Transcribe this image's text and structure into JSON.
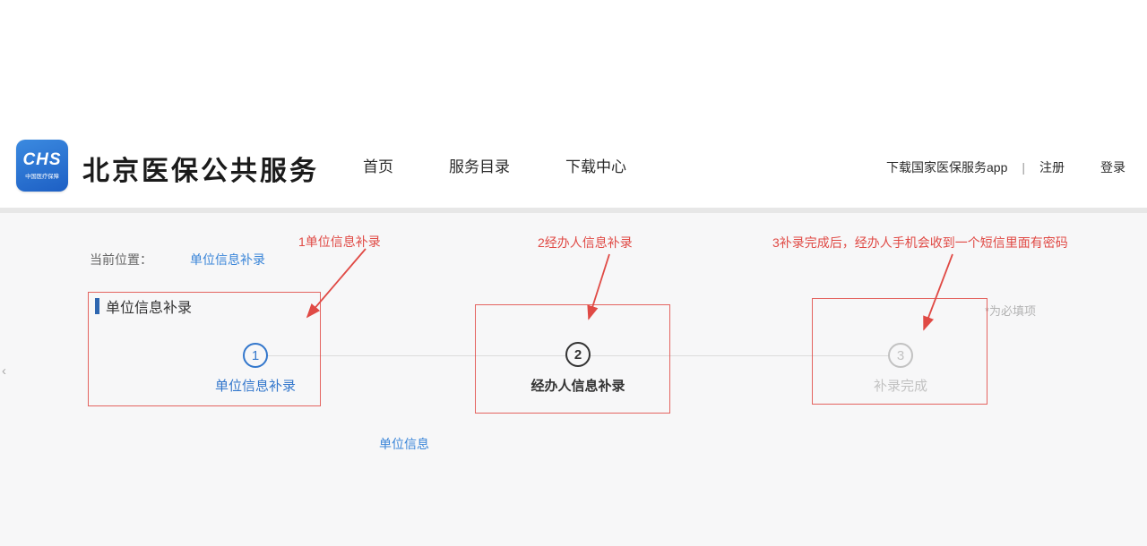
{
  "colors": {
    "accent_blue": "#3377cc",
    "link_blue": "#3a85d8",
    "annotation_red": "#e04a45",
    "step_current_dark": "#333333",
    "step_pending_gray": "#c2c2c2",
    "logo_blue": "#1d5fc4"
  },
  "header": {
    "logo": {
      "abbr": "CHS",
      "subtext": "中国医疗保障"
    },
    "site_title": "北京医保公共服务",
    "nav": [
      {
        "label": "首页"
      },
      {
        "label": "服务目录"
      },
      {
        "label": "下载中心"
      }
    ],
    "links": {
      "download_app": "下载国家医保服务app",
      "separator": "|",
      "register": "注册",
      "login": "登录"
    }
  },
  "breadcrumb": {
    "label": "当前位置：",
    "current": "单位信息补录"
  },
  "main": {
    "section_title": "单位信息补录",
    "required_note": "*为必填项",
    "steps": [
      {
        "number": "1",
        "label": "单位信息补录",
        "state": "active"
      },
      {
        "number": "2",
        "label": "经办人信息补录",
        "state": "current"
      },
      {
        "number": "3",
        "label": "补录完成",
        "state": "pending"
      }
    ],
    "unit_info_link": "单位信息"
  },
  "annotations": {
    "note1": "1单位信息补录",
    "note2": "2经办人信息补录",
    "note3": "3补录完成后，经办人手机会收到一个短信里面有密码"
  },
  "pager": {
    "prev": "‹"
  }
}
